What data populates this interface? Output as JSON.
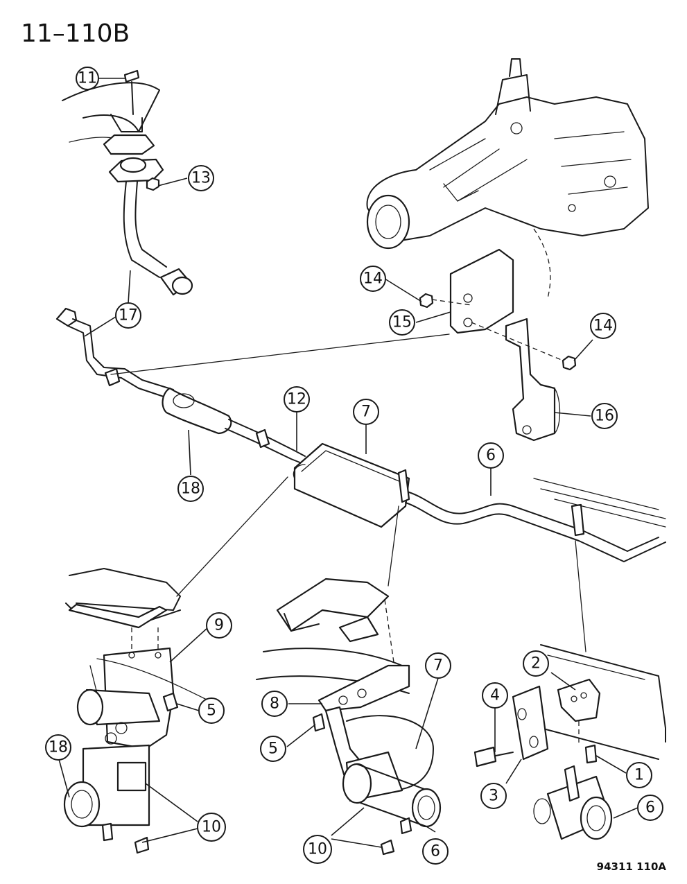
{
  "header": {
    "page_code": "11–110B"
  },
  "footer": {
    "figure_code": "94311 110A"
  },
  "callouts": [
    {
      "id": "c-11",
      "label": "11"
    },
    {
      "id": "c-13",
      "label": "13"
    },
    {
      "id": "c-17",
      "label": "17"
    },
    {
      "id": "c-14a",
      "label": "14"
    },
    {
      "id": "c-15",
      "label": "15"
    },
    {
      "id": "c-14b",
      "label": "14"
    },
    {
      "id": "c-16",
      "label": "16"
    },
    {
      "id": "c-12",
      "label": "12"
    },
    {
      "id": "c-7a",
      "label": "7"
    },
    {
      "id": "c-6a",
      "label": "6"
    },
    {
      "id": "c-18a",
      "label": "18"
    },
    {
      "id": "c-9",
      "label": "9"
    },
    {
      "id": "c-5a",
      "label": "5"
    },
    {
      "id": "c-18b",
      "label": "18"
    },
    {
      "id": "c-10a",
      "label": "10"
    },
    {
      "id": "c-7b",
      "label": "7"
    },
    {
      "id": "c-8",
      "label": "8"
    },
    {
      "id": "c-5b",
      "label": "5"
    },
    {
      "id": "c-10b",
      "label": "10"
    },
    {
      "id": "c-6b",
      "label": "6"
    },
    {
      "id": "c-2",
      "label": "2"
    },
    {
      "id": "c-4",
      "label": "4"
    },
    {
      "id": "c-1",
      "label": "1"
    },
    {
      "id": "c-3",
      "label": "3"
    },
    {
      "id": "c-6c",
      "label": "6"
    }
  ]
}
